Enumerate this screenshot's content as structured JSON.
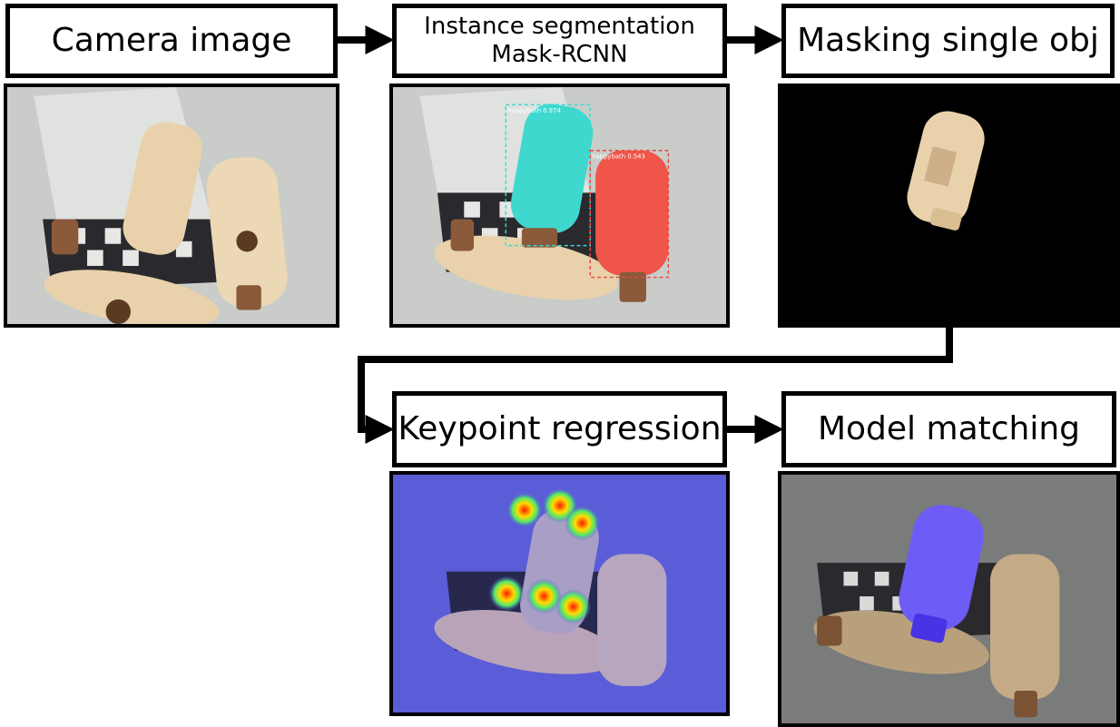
{
  "steps": {
    "camera": {
      "label": "Camera image"
    },
    "segmentation": {
      "line1": "Instance segmentation",
      "line2": "Mask-RCNN"
    },
    "masking": {
      "label": "Masking single obj"
    },
    "keypoint": {
      "label": "Keypoint regression"
    },
    "matching": {
      "label": "Model matching"
    }
  },
  "detections": [
    {
      "label": "happybath 0.974",
      "color": "#3fd8cf"
    },
    {
      "label": "happybath 0.543",
      "color": "#e8473e"
    }
  ],
  "colors": {
    "bottle_cream": "#e9d2ab",
    "cap_brown": "#8a5a3a",
    "mask_cyan": "#3fd8cf",
    "mask_red": "#f0554a",
    "heatmap_tint": "#5a5cd8",
    "matched_model": "#6d5cf5"
  }
}
